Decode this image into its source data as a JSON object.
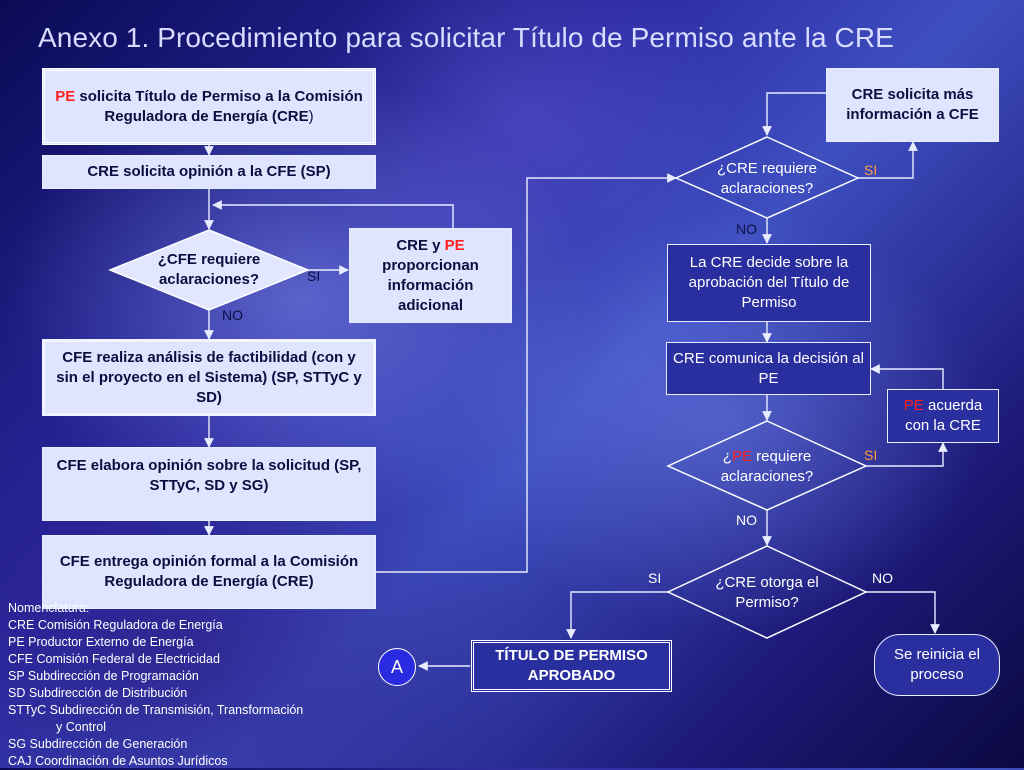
{
  "slide": {
    "title": "Anexo 1. Procedimiento para solicitar Título de Permiso ante la CRE"
  },
  "flow": {
    "box_pe_solicita": {
      "lead": "PE",
      "text": " solicita Título de Permiso a la Comisión Reguladora de Energía (",
      "cre": "CRE",
      "close": ")"
    },
    "box_cre_solicita_cfe": "CRE solicita opinión a la CFE (SP)",
    "dec_cfe_aclaraciones": "¿CFE requiere aclaraciones?",
    "lbl_si_1": "SI",
    "lbl_no_1": "NO",
    "box_cre_pe_proporcionan": {
      "a": "CRE y ",
      "pe": "PE",
      "b": " proporcionan información adicional"
    },
    "box_cfe_analisis": "CFE realiza análisis de factibilidad (con y sin el proyecto en el Sistema) (SP, STTyC y SD)",
    "box_cfe_elabora": "CFE elabora opinión sobre la solicitud (SP, STTyC, SD y SG)",
    "box_cfe_entrega": "CFE entrega opinión formal a la Comisión Reguladora de Energía (CRE)",
    "box_cre_solicita_mas": "CRE solicita más información a CFE",
    "dec_cre_aclaraciones": "¿CRE requiere aclaraciones?",
    "lbl_si_2": "SI",
    "lbl_no_2": "NO",
    "box_cre_decide": "La CRE decide sobre la aprobación del Título de Permiso",
    "box_cre_comunica": "CRE comunica la decisión al PE",
    "box_pe_acuerda": {
      "pe": "PE",
      "text": " acuerda con la CRE"
    },
    "dec_pe_aclaraciones": {
      "open": "¿",
      "pe": "PE",
      "text": " requiere aclaraciones?"
    },
    "lbl_si_3": "SI",
    "lbl_no_3": "NO",
    "dec_cre_otorga": "¿CRE otorga el Permiso?",
    "lbl_si_4": "SI",
    "lbl_no_4": "NO",
    "box_titulo_aprobado": "TÍTULO DE PERMISO APROBADO",
    "box_reinicia": "Se reinicia el proceso",
    "connector_a": "A"
  },
  "legend": {
    "heading": "Nomenclatura:",
    "items": [
      "CRE Comisión Reguladora de Energía",
      "PE Productor Externo de Energía",
      "CFE Comisión Federal de Electricidad",
      "SP Subdirección de Programación",
      "SD Subdirección de Distribución",
      "STTyC Subdirección de Transmisión, Transformación",
      "y Control",
      "SG Subdirección de Generación",
      "CAJ Coordinación de Asuntos Jurídicos"
    ]
  },
  "colors": {
    "box_fill_light": "#dfe4ff",
    "box_fill_dark": "#2a2fa0",
    "highlight_red": "#ff2020",
    "label_orange": "#ff9a40"
  }
}
